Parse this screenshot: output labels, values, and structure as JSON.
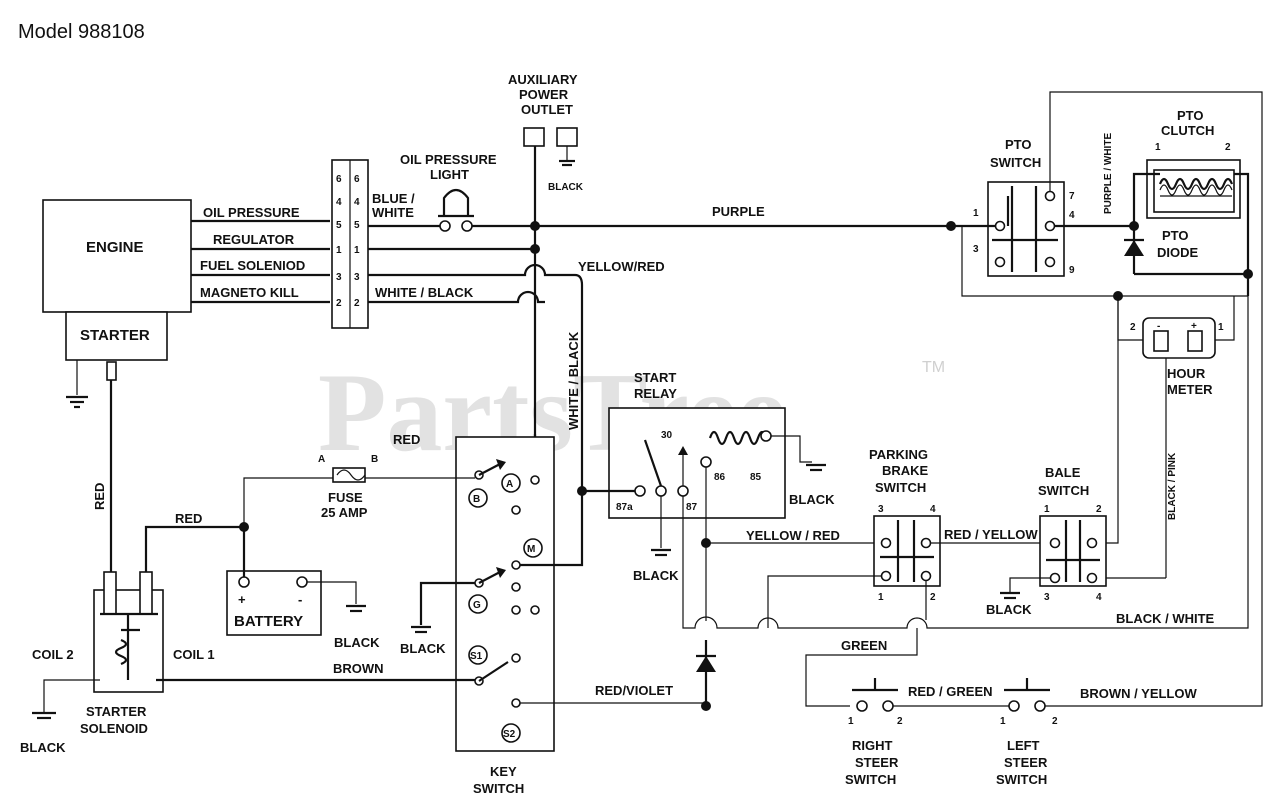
{
  "title": "Model 988108",
  "watermark": {
    "text": "PartsTree",
    "tm": "TM",
    "color": "#e2e2e2"
  },
  "components": {
    "engine": "ENGINE",
    "starter": "STARTER",
    "aux_outlet": [
      "AUXILIARY",
      "POWER",
      "OUTLET"
    ],
    "oil_light": [
      "OIL PRESSURE",
      "LIGHT"
    ],
    "pto_switch": [
      "PTO",
      "SWITCH"
    ],
    "pto_clutch": [
      "PTO",
      "CLUTCH"
    ],
    "pto_diode": [
      "PTO",
      "DIODE"
    ],
    "hour_meter": [
      "HOUR",
      "METER"
    ],
    "start_relay": [
      "START",
      "RELAY"
    ],
    "parking_brake": [
      "PARKING",
      "BRAKE",
      "SWITCH"
    ],
    "bale_switch": [
      "BALE",
      "SWITCH"
    ],
    "fuse": [
      "FUSE",
      "25 AMP"
    ],
    "battery": "BATTERY",
    "starter_solenoid": [
      "STARTER",
      "SOLENOID"
    ],
    "coil2": "COIL 2",
    "coil1": "COIL 1",
    "key_switch": [
      "KEY",
      "SWITCH"
    ],
    "right_steer": [
      "RIGHT",
      "STEER",
      "SWITCH"
    ],
    "left_steer": [
      "LEFT",
      "STEER",
      "SWITCH"
    ]
  },
  "engine_leads": [
    "OIL PRESSURE",
    "REGULATOR",
    "FUEL SOLENIOD",
    "MAGNETO KILL"
  ],
  "connector_pins": [
    "6",
    "4",
    "5",
    "1",
    "3",
    "2"
  ],
  "wires": {
    "blue_white": [
      "BLUE /",
      "WHITE"
    ],
    "purple": "PURPLE",
    "yellow_red": "YELLOW/RED",
    "white_black": "WHITE / BLACK",
    "white_black_v": "WHITE / BLACK",
    "red_fuse": "RED",
    "red_batt": "RED",
    "red_v": "RED",
    "brown": "BROWN",
    "yellow_red2": "YELLOW / RED",
    "red_yellow": "RED / YELLOW",
    "black_white": "BLACK / WHITE",
    "black_pink": "BLACK / PINK",
    "green": "GREEN",
    "red_violet": "RED/VIOLET",
    "red_green": "RED / GREEN",
    "brown_yellow": "BROWN / YELLOW",
    "purple_white": "PURPLE / WHITE"
  },
  "ground_label": "BLACK",
  "key_terminals": [
    "A",
    "B",
    "M",
    "G",
    "S1",
    "S2"
  ],
  "relay_pins": [
    "30",
    "86",
    "85",
    "87a",
    "87"
  ],
  "pto_pins": [
    "1",
    "3",
    "7",
    "4",
    "9"
  ],
  "clutch_pins": [
    "1",
    "2"
  ],
  "meter_pins": [
    "2",
    "1"
  ],
  "meter_signs": [
    "-",
    "+"
  ],
  "park_pins": [
    "3",
    "4",
    "1",
    "2"
  ],
  "bale_pins": [
    "1",
    "2",
    "3",
    "4"
  ],
  "steer_pins": [
    "1",
    "2"
  ],
  "fuse_ends": [
    "A",
    "B"
  ],
  "battery_signs": [
    "+",
    "-"
  ]
}
